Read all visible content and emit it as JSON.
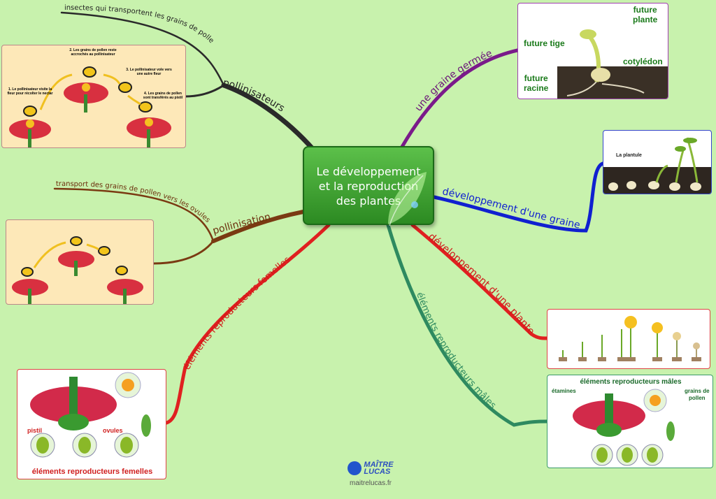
{
  "center": {
    "line1": "Le développement",
    "line2": "et la reproduction",
    "line3": "des plantes"
  },
  "branches": {
    "pollinisateurs": "pollinisateurs",
    "pollinisateurs_sub": "insectes qui transportent les grains de pollen",
    "pollinisation": "pollinisation",
    "pollinisation_sub": "transport des grains de pollen vers les ovules",
    "femelles": "éléments reproducteurs femelles",
    "graine_germee": "une graine germée",
    "dev_graine": "développement d'une graine",
    "dev_plante": "développement d'une plante",
    "males": "éléments reproducteurs mâles"
  },
  "cards": {
    "pollinisateurs": {
      "step1": "1. Le pollinisateur visite la fleur pour récolter le nectar",
      "step2": "2. Les grains de pollen reste accrochés au pollinisateur",
      "step3": "3. Le pollinisateur vole vers une autre fleur",
      "step4": "4. Les grains de pollen sont transférés au pistil"
    },
    "germee": {
      "future_plante_1": "future",
      "future_plante_2": "plante",
      "future_tige": "future tige",
      "cotyledon": "cotylédon",
      "future_racine_1": "future",
      "future_racine_2": "racine"
    },
    "graine": {
      "plantule": "La plantule"
    },
    "femelles": {
      "pistil": "pistil",
      "ovules": "ovules",
      "caption": "éléments reproducteurs femelles"
    },
    "males": {
      "title": "éléments reproducteurs mâles",
      "etamines": "étamines",
      "grains_1": "grains de",
      "grains_2": "pollen"
    }
  },
  "footer": {
    "logo_line1": "MAÎTRE",
    "logo_line2": "LUCAS",
    "site": "maitrelucas.fr"
  },
  "colors": {
    "background": "#c8f2ad",
    "pollinisateurs": "#2a2a2a",
    "pollinisation": "#7a3a12",
    "femelles": "#e02020",
    "graine_germee": "#7a1a8a",
    "dev_graine": "#1020d0",
    "dev_plante": "#e02020",
    "males": "#2e8a60"
  }
}
